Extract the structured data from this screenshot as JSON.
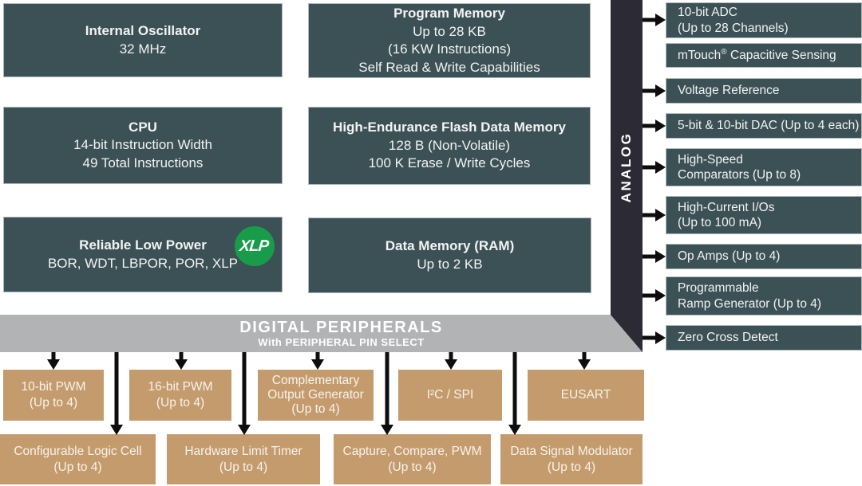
{
  "colors": {
    "teal": "#3c5156",
    "tan": "#c49b6d",
    "gray_bar": "#b1b3b5",
    "dark_bar": "#2c2b35",
    "green": "#189c4a",
    "arrow": "#0d0d0d",
    "text": "#f2f3f3"
  },
  "core_blocks": [
    {
      "title": "Internal Oscillator",
      "lines": [
        "32 MHz"
      ]
    },
    {
      "title": "Program Memory",
      "lines": [
        "Up to 28 KB",
        "(16 KW Instructions)",
        "Self Read & Write Capabilities"
      ]
    },
    {
      "title": "CPU",
      "lines": [
        "14-bit Instruction Width",
        "49 Total Instructions"
      ]
    },
    {
      "title": "High-Endurance Flash Data Memory",
      "lines": [
        "128 B (Non-Volatile)",
        "100 K Erase / Write Cycles"
      ]
    },
    {
      "title": "Reliable Low Power",
      "lines": [
        "BOR, WDT, LBPOR, POR, XLP"
      ],
      "badge": "XLP"
    },
    {
      "title": "Data Memory (RAM)",
      "lines": [
        "Up to 2 KB"
      ]
    }
  ],
  "analog": {
    "label": "ANALOG",
    "items": [
      {
        "lines": [
          "10-bit ADC",
          "(Up to 28 Channels)"
        ]
      },
      {
        "pre": "mTouch",
        "sup": "®",
        "post": " Capacitive Sensing"
      },
      {
        "lines": [
          "Voltage Reference"
        ]
      },
      {
        "lines": [
          "5-bit & 10-bit DAC (Up to 4 each)"
        ]
      },
      {
        "lines": [
          "High-Speed",
          "Comparators (Up to 8)"
        ]
      },
      {
        "lines": [
          "High-Current I/Os",
          "(Up to 100 mA)"
        ]
      },
      {
        "lines": [
          "Op Amps (Up to 4)"
        ]
      },
      {
        "lines": [
          "Programmable",
          "Ramp Generator (Up to 4)"
        ]
      },
      {
        "lines": [
          "Zero Cross Detect"
        ]
      }
    ]
  },
  "digital": {
    "title": "DIGITAL PERIPHERALS",
    "subtitle": "With PERIPHERAL PIN SELECT",
    "row1": [
      {
        "lines": [
          "10-bit PWM",
          "(Up to 4)"
        ]
      },
      {
        "lines": [
          "16-bit PWM",
          "(Up to 4)"
        ]
      },
      {
        "lines": [
          "Complementary",
          "Output Generator",
          "(Up to 4)"
        ]
      },
      {
        "lines": [
          "I²C / SPI"
        ]
      },
      {
        "lines": [
          "EUSART"
        ]
      }
    ],
    "row2": [
      {
        "lines": [
          "Configurable Logic Cell",
          "(Up to 4)"
        ]
      },
      {
        "lines": [
          "Hardware Limit Timer",
          "(Up to 4)"
        ]
      },
      {
        "lines": [
          "Capture, Compare, PWM",
          "(Up to 4)"
        ]
      },
      {
        "lines": [
          "Data Signal Modulator",
          "(Up to 4)"
        ]
      }
    ]
  }
}
